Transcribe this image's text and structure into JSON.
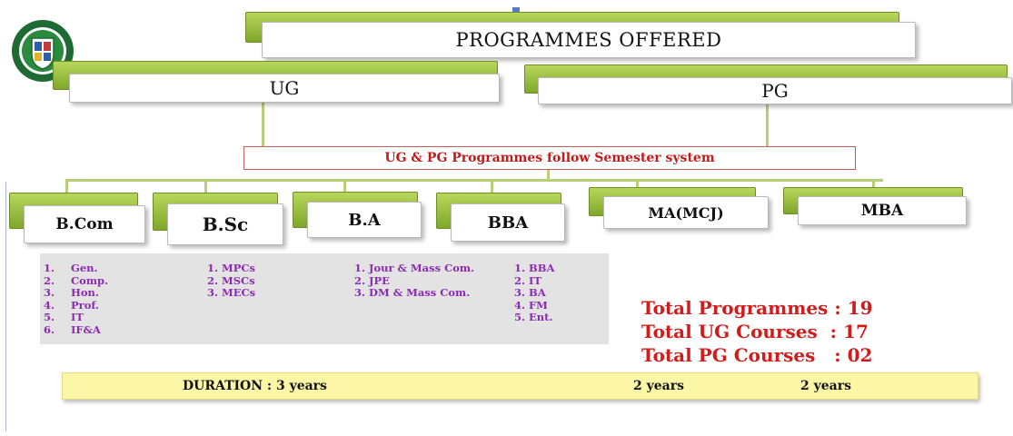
{
  "title": "PROGRAMMES OFFERED",
  "levels": {
    "ug": "UG",
    "pg": "PG"
  },
  "note": "UG & PG Programmes follow Semester system",
  "programmes": [
    "B.Com",
    "B.Sc",
    "B.A",
    "BBA",
    "MA(MCJ)",
    "MBA"
  ],
  "courses": {
    "bcom": [
      {
        "num": "1.",
        "name": "Gen."
      },
      {
        "num": "2.",
        "name": "Comp."
      },
      {
        "num": "3.",
        "name": "Hon."
      },
      {
        "num": "4.",
        "name": "Prof."
      },
      {
        "num": "5.",
        "name": "IT"
      },
      {
        "num": "6.",
        "name": "IF&A"
      }
    ],
    "bsc": [
      "1. MPCs",
      "2. MSCs",
      "3. MECs"
    ],
    "ba": [
      "1. Jour & Mass Com.",
      "2. JPE",
      "3. DM & Mass Com."
    ],
    "bba": [
      "1. BBA",
      "2. IT",
      "3. BA",
      "4. FM",
      "5. Ent."
    ]
  },
  "totals": {
    "programmes": "Total Programmes : 19",
    "ug": "Total UG Courses  : 17",
    "pg": "Total PG Courses   : 02"
  },
  "duration": {
    "label": "DURATION :  3 years",
    "ma": "2 years",
    "mba": "2 years"
  },
  "colors": {
    "tab_green": "#8db53a",
    "note_red": "#c21a1a",
    "course_purple": "#8c2ab4",
    "total_red": "#d21c1c",
    "duration_bg": "#fbf7a6"
  }
}
